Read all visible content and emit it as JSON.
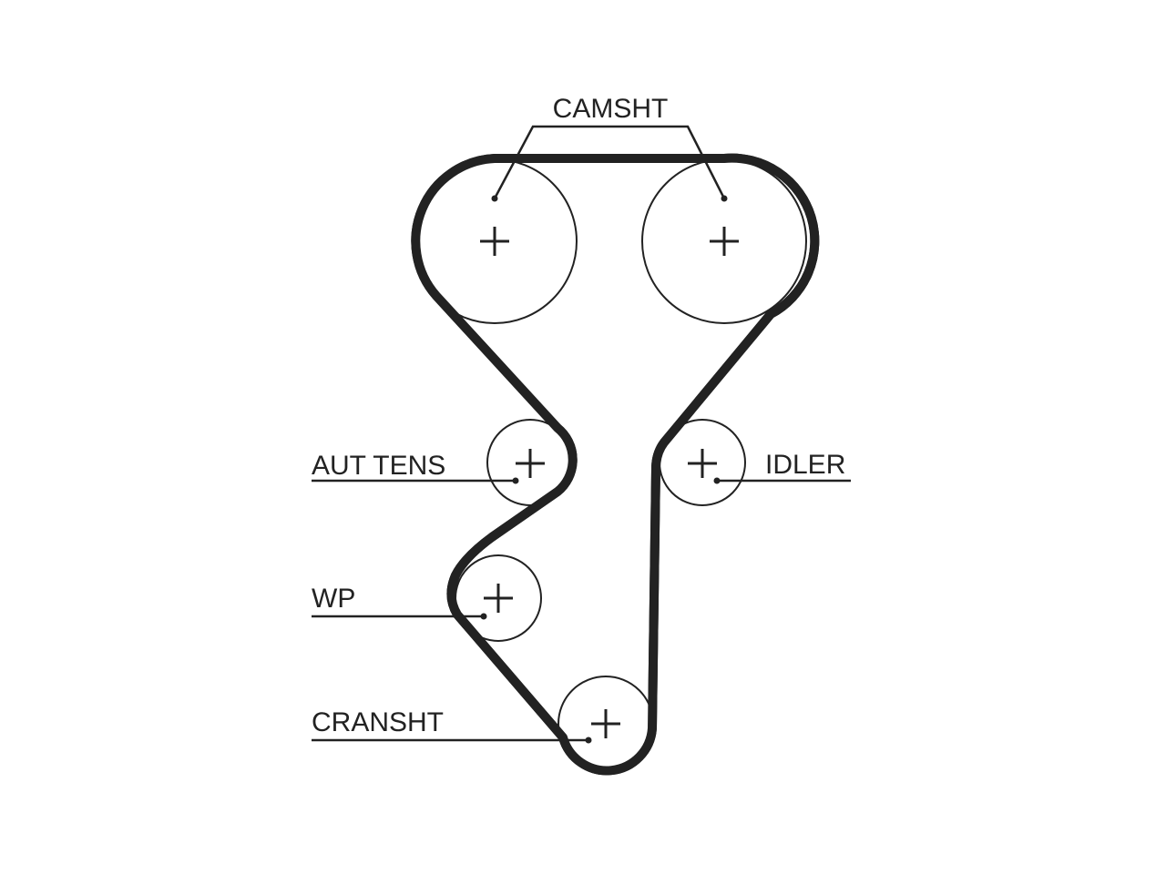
{
  "diagram": {
    "labels": {
      "camshaft": "CAMSHT",
      "auto_tensioner": "AUT TENS",
      "idler": "IDLER",
      "water_pump": "WP",
      "crankshaft": "CRANSHT"
    },
    "colors": {
      "line": "#222222",
      "background": "#ffffff"
    }
  }
}
